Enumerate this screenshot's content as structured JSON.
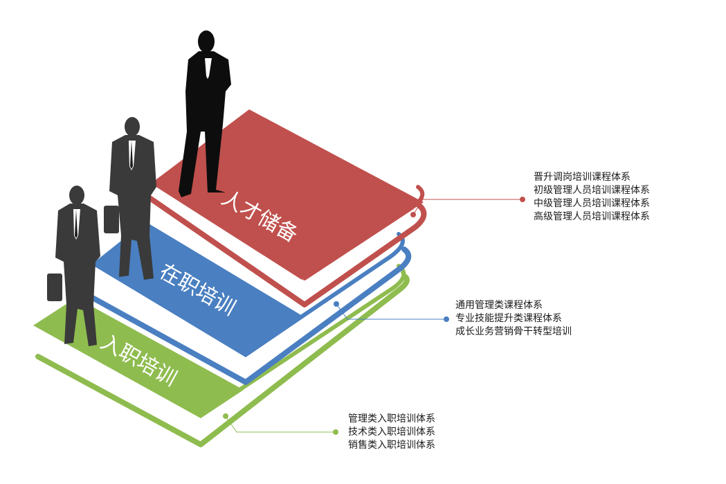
{
  "tiers": [
    {
      "key": "entry",
      "title": "入职培训",
      "color": "#8fbc4f",
      "items": [
        "管理类入职培训体系",
        "技术类入职培训体系",
        "销售类入职培训体系"
      ]
    },
    {
      "key": "onjob",
      "title": "在职培训",
      "color": "#4a7fc1",
      "items": [
        "通用管理类课程体系",
        "专业技能提升类课程体系",
        "成长业务营销骨干转型培训"
      ]
    },
    {
      "key": "reserve",
      "title": "人才储备",
      "color": "#c0504d",
      "items": [
        "晋升调岗培训课程体系",
        "初级管理人员培训课程体系",
        "中级管理人员培训课程体系",
        "高级管理人员培训课程体系"
      ]
    }
  ],
  "figures": [
    "businessman-with-briefcase-icon",
    "businessman-with-briefcase-icon",
    "businessman-arms-crossed-icon"
  ]
}
